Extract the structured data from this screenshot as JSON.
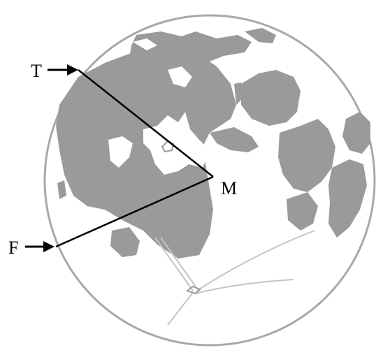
{
  "diagram": {
    "labels": {
      "top_point": "T",
      "bottom_point": "F",
      "center_point": "M"
    },
    "colors": {
      "maria": "#9a9a9a",
      "outline": "#a8a8a8",
      "lines": "#000000",
      "background": "#ffffff"
    },
    "icons": {
      "moon": "moon-disc-icon",
      "arrow": "right-arrow-icon"
    }
  }
}
